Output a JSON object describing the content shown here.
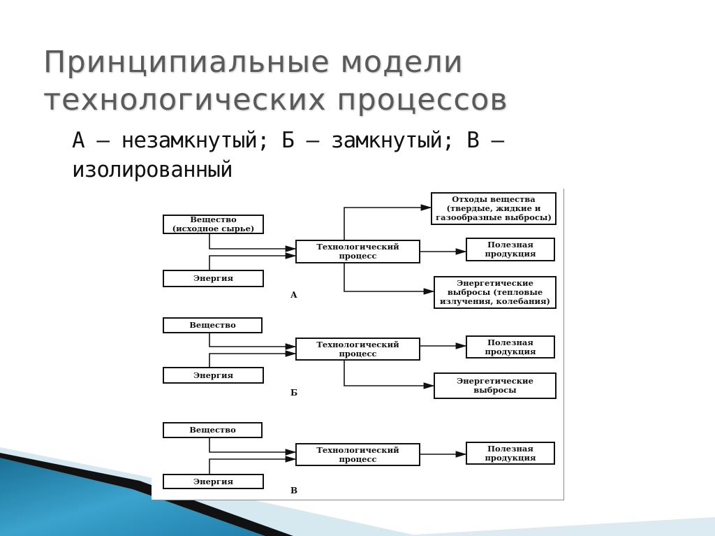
{
  "slide": {
    "title": "Принципиальные модели технологических процессов",
    "subtitle": "А – незамкнутый; Б – замкнутый; В – изолированный"
  },
  "diagram": {
    "a": {
      "label": "А",
      "substance": "Вещество\n(исходное сырье)",
      "energy": "Энергия",
      "process": "Технологический\nпроцесс",
      "waste": "Отходы вещества\n(твердые, жидкие и\nгазообразные выбросы)",
      "product": "Полезная\nпродукция",
      "emissions": "Энергетические\nвыбросы (тепловые\nизлучения, колебания)"
    },
    "b": {
      "label": "Б",
      "substance": "Вещество",
      "energy": "Энергия",
      "process": "Технологический\nпроцесс",
      "product": "Полезная\nпродукция",
      "emissions": "Энергетические\nвыбросы"
    },
    "c": {
      "label": "В",
      "substance": "Вещество",
      "energy": "Энергия",
      "process": "Технологический\nпроцесс",
      "product": "Полезная\nпродукция"
    }
  },
  "colors": {
    "accent": "#2a8fb8",
    "title": "#5a5a5a"
  }
}
